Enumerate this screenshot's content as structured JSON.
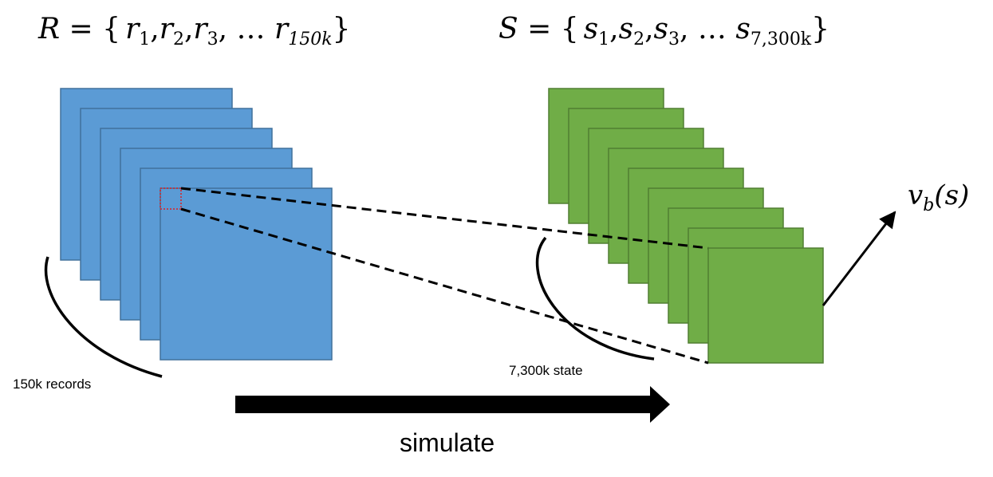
{
  "records_set": {
    "lhs": "R",
    "equals": " = {",
    "elements": [
      {
        "base": "r",
        "sub": "1",
        "sep": ","
      },
      {
        "base": "r",
        "sub": "2",
        "sep": ","
      },
      {
        "base": "r",
        "sub": "3",
        "sep": ", … "
      },
      {
        "base": "r",
        "sub": "150k",
        "sep": ""
      }
    ],
    "close": "}"
  },
  "states_set": {
    "lhs": "S",
    "equals": " = {",
    "elements": [
      {
        "base": "s",
        "sub": "1",
        "sep": ","
      },
      {
        "base": "s",
        "sub": "2",
        "sep": ","
      },
      {
        "base": "s",
        "sub": "3",
        "sep": ", … "
      },
      {
        "base": "s",
        "sub": "7,300k",
        "sep": ""
      }
    ],
    "close": "}"
  },
  "records_label": "150k records",
  "states_label": "7,300k state",
  "value_function": {
    "base": "v",
    "sub": "b",
    "arg": "(s)"
  },
  "arrow_label": "simulate",
  "colors": {
    "records_fill": "#5b9bd5",
    "records_stroke": "#41719c",
    "states_fill": "#70ad47",
    "states_stroke": "#507e32",
    "highlight": "#e02020"
  }
}
